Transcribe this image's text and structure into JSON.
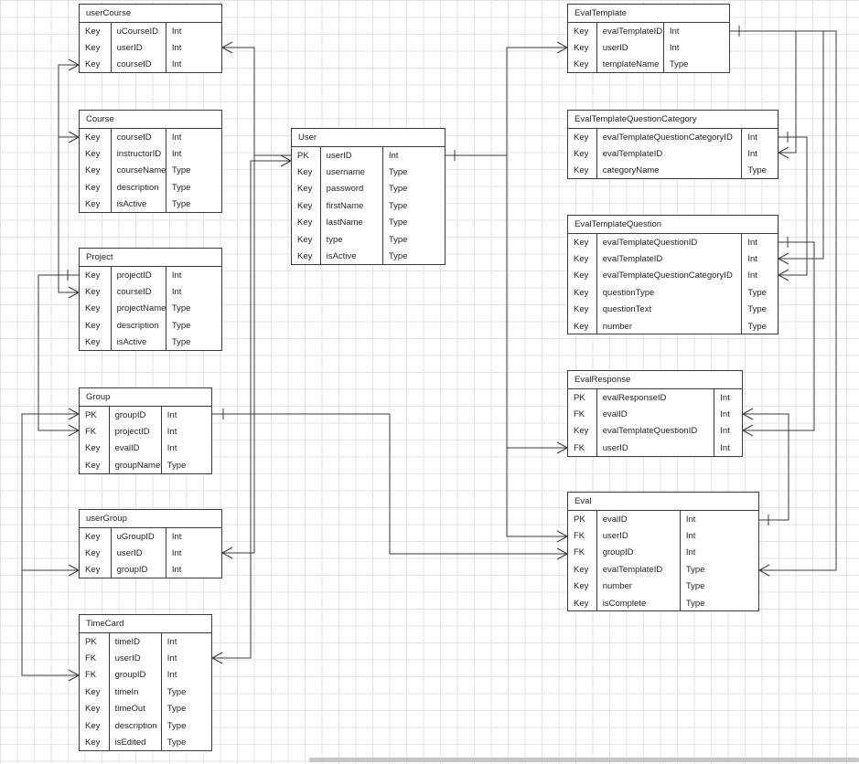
{
  "entities": {
    "userCourse": {
      "title": "userCourse",
      "rows": [
        [
          "Key",
          "uCourseID",
          "Int"
        ],
        [
          "Key",
          "userID",
          "Int"
        ],
        [
          "Key",
          "courseID",
          "Int"
        ]
      ]
    },
    "course": {
      "title": "Course",
      "rows": [
        [
          "Key",
          "courseID",
          "Int"
        ],
        [
          "Key",
          "instructorID",
          "Int"
        ],
        [
          "Key",
          "courseName",
          "Type"
        ],
        [
          "Key",
          "description",
          "Type"
        ],
        [
          "Key",
          "isActive",
          "Type"
        ]
      ]
    },
    "project": {
      "title": "Project",
      "rows": [
        [
          "Key",
          "projectID",
          "Int"
        ],
        [
          "Key",
          "courseID",
          "Int"
        ],
        [
          "Key",
          "projectName",
          "Type"
        ],
        [
          "Key",
          "description",
          "Type"
        ],
        [
          "Key",
          "isActive",
          "Type"
        ]
      ]
    },
    "group": {
      "title": "Group",
      "rows": [
        [
          "PK",
          "groupID",
          "Int"
        ],
        [
          "FK",
          "projectID",
          "Int"
        ],
        [
          "Key",
          "evalID",
          "Int"
        ],
        [
          "Key",
          "groupName",
          "Type"
        ]
      ]
    },
    "userGroup": {
      "title": "userGroup",
      "rows": [
        [
          "Key",
          "uGroupID",
          "Int"
        ],
        [
          "Key",
          "userID",
          "Int"
        ],
        [
          "Key",
          "groupID",
          "Int"
        ]
      ]
    },
    "timeCard": {
      "title": "TimeCard",
      "rows": [
        [
          "PK",
          "timeID",
          "Int"
        ],
        [
          "FK",
          "userID",
          "Int"
        ],
        [
          "FK",
          "groupID",
          "Int"
        ],
        [
          "Key",
          "timeIn",
          "Type"
        ],
        [
          "Key",
          "timeOut",
          "Type"
        ],
        [
          "Key",
          "description",
          "Type"
        ],
        [
          "Key",
          "isEdited",
          "Type"
        ]
      ]
    },
    "user": {
      "title": "User",
      "rows": [
        [
          "PK",
          "userID",
          "Int"
        ],
        [
          "Key",
          "username",
          "Type"
        ],
        [
          "Key",
          "password",
          "Type"
        ],
        [
          "Key",
          "firstName",
          "Type"
        ],
        [
          "Key",
          "lastName",
          "Type"
        ],
        [
          "Key",
          "type",
          "Type"
        ],
        [
          "Key",
          "isActive",
          "Type"
        ]
      ]
    },
    "evalTemplate": {
      "title": "EvalTemplate",
      "rows": [
        [
          "Key",
          "evalTemplateID",
          "Int"
        ],
        [
          "Key",
          "userID",
          "Int"
        ],
        [
          "Key",
          "templateName",
          "Type"
        ]
      ]
    },
    "evalTemplateQuestionCategory": {
      "title": "EvalTemplateQuestionCategory",
      "rows": [
        [
          "Key",
          "evalTemplateQuestionCategoryID",
          "Int"
        ],
        [
          "Key",
          "evalTemplateID",
          "Int"
        ],
        [
          "Key",
          "categoryName",
          "Type"
        ]
      ]
    },
    "evalTemplateQuestion": {
      "title": "EvalTemplateQuestion",
      "rows": [
        [
          "Key",
          "evalTemplateQuestionID",
          "Int"
        ],
        [
          "Key",
          "evalTemplateID",
          "Int"
        ],
        [
          "Key",
          "evalTemplateQuestionCategoryID",
          "Int"
        ],
        [
          "Key",
          "questionType",
          "Type"
        ],
        [
          "Key",
          "questionText",
          "Type"
        ],
        [
          "Key",
          "number",
          "Type"
        ]
      ]
    },
    "evalResponse": {
      "title": "EvalResponse",
      "rows": [
        [
          "PK",
          "evalResponseID",
          "Int"
        ],
        [
          "FK",
          "evalID",
          "Int"
        ],
        [
          "Key",
          "evalTemplateQuestionID",
          "Int"
        ],
        [
          "FK",
          "userID",
          "Int"
        ]
      ]
    },
    "eval": {
      "title": "Eval",
      "rows": [
        [
          "PK",
          "evalID",
          "Int"
        ],
        [
          "FK",
          "userID",
          "Int"
        ],
        [
          "FK",
          "groupID",
          "Int"
        ],
        [
          "Key",
          "evalTemplateID",
          "Type"
        ],
        [
          "Key",
          "number",
          "Type"
        ],
        [
          "Key",
          "isComplete",
          "Type"
        ]
      ]
    }
  },
  "colors": {
    "line": "#3a3a3a",
    "border": "#3a3a3a",
    "grid": "#e3e3e3",
    "scrollbar": "#c6c6c6"
  }
}
